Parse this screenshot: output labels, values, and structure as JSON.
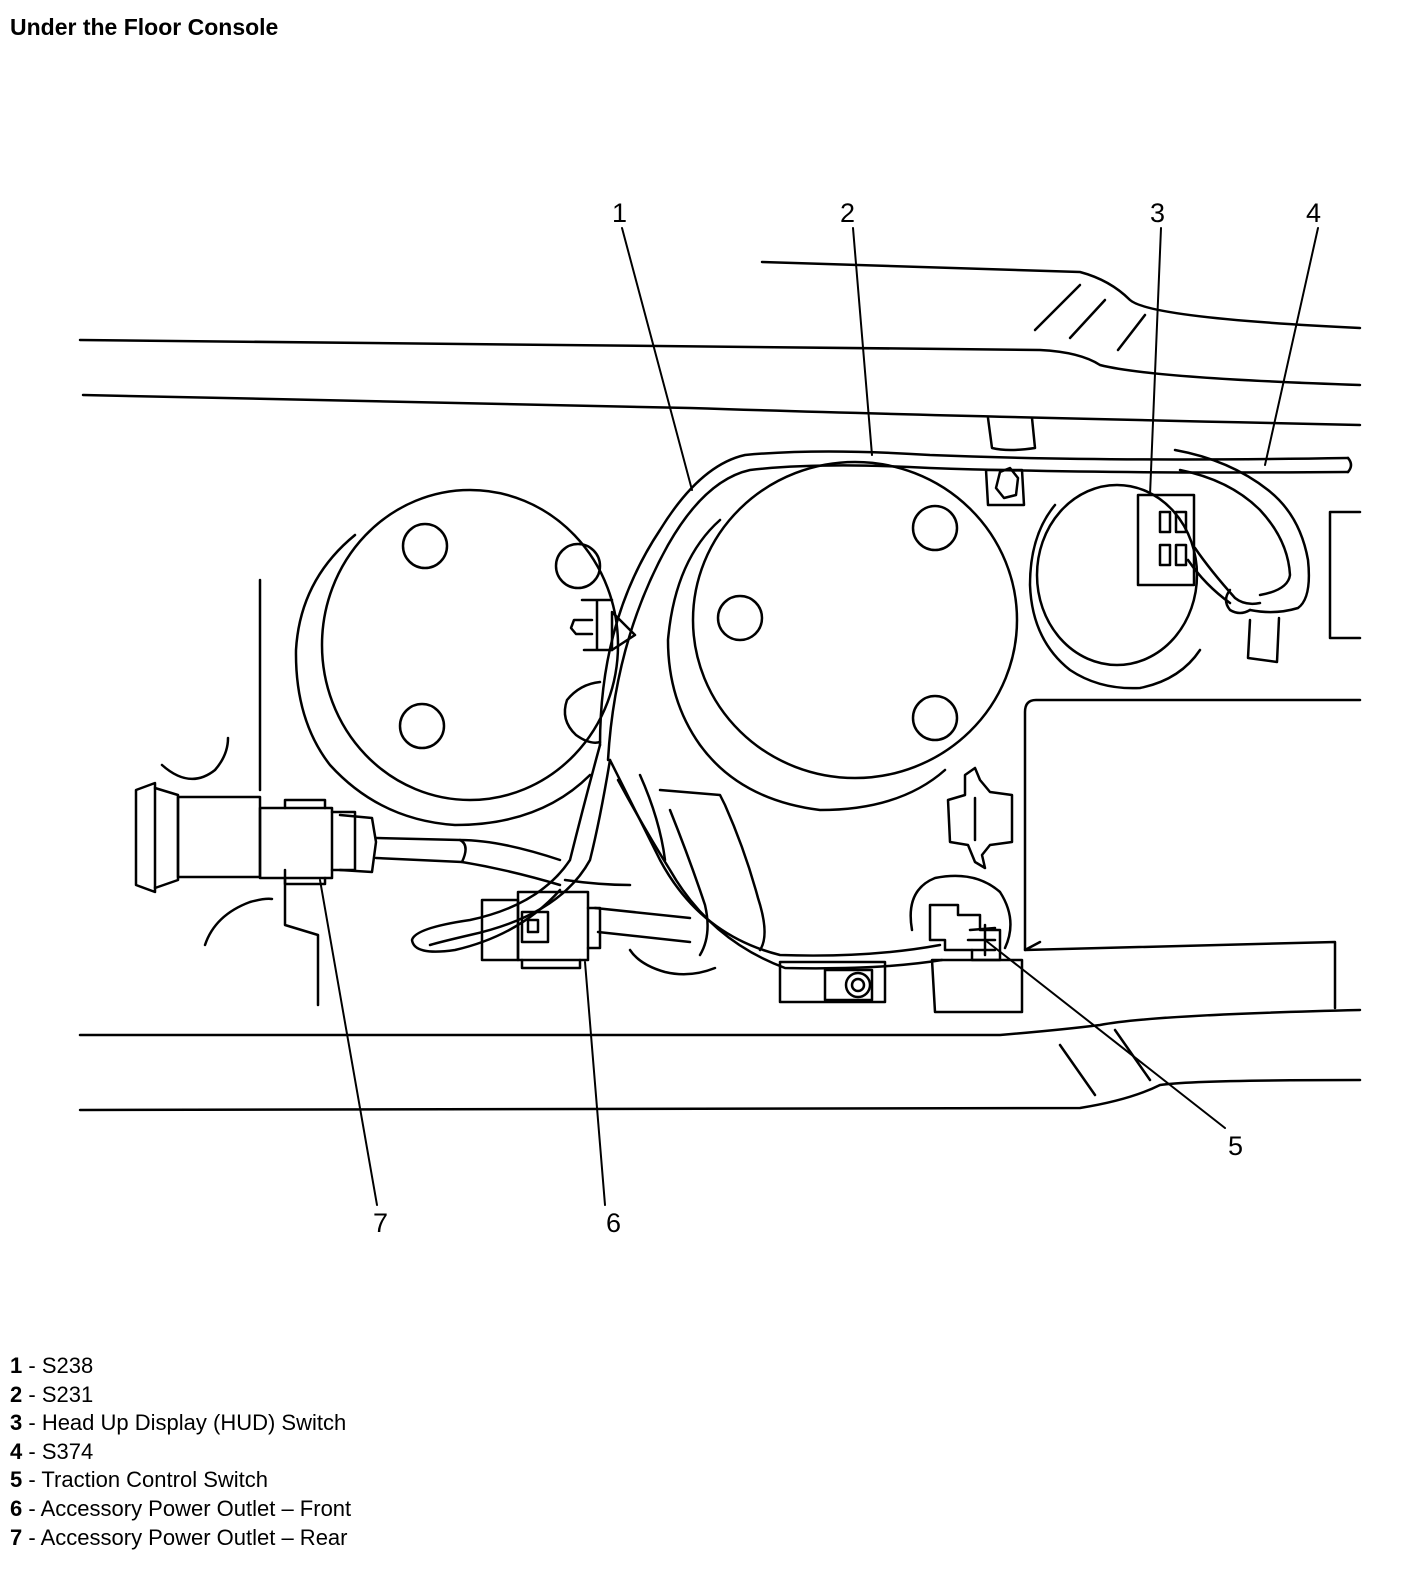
{
  "title": "Under the Floor Console",
  "callouts": [
    "1",
    "2",
    "3",
    "4",
    "5",
    "6",
    "7"
  ],
  "legend": [
    {
      "num": "1",
      "sep": " - ",
      "text": "S238"
    },
    {
      "num": "2",
      "sep": " - ",
      "text": "S231"
    },
    {
      "num": "3",
      "sep": " - ",
      "text": "Head Up Display (HUD) Switch"
    },
    {
      "num": "4",
      "sep": " - ",
      "text": "S374"
    },
    {
      "num": "5",
      "sep": " - ",
      "text": "Traction Control Switch"
    },
    {
      "num": "6",
      "sep": " - ",
      "text": "Accessory Power Outlet – Front"
    },
    {
      "num": "7",
      "sep": " - ",
      "text": "Accessory Power Outlet – Rear"
    }
  ]
}
